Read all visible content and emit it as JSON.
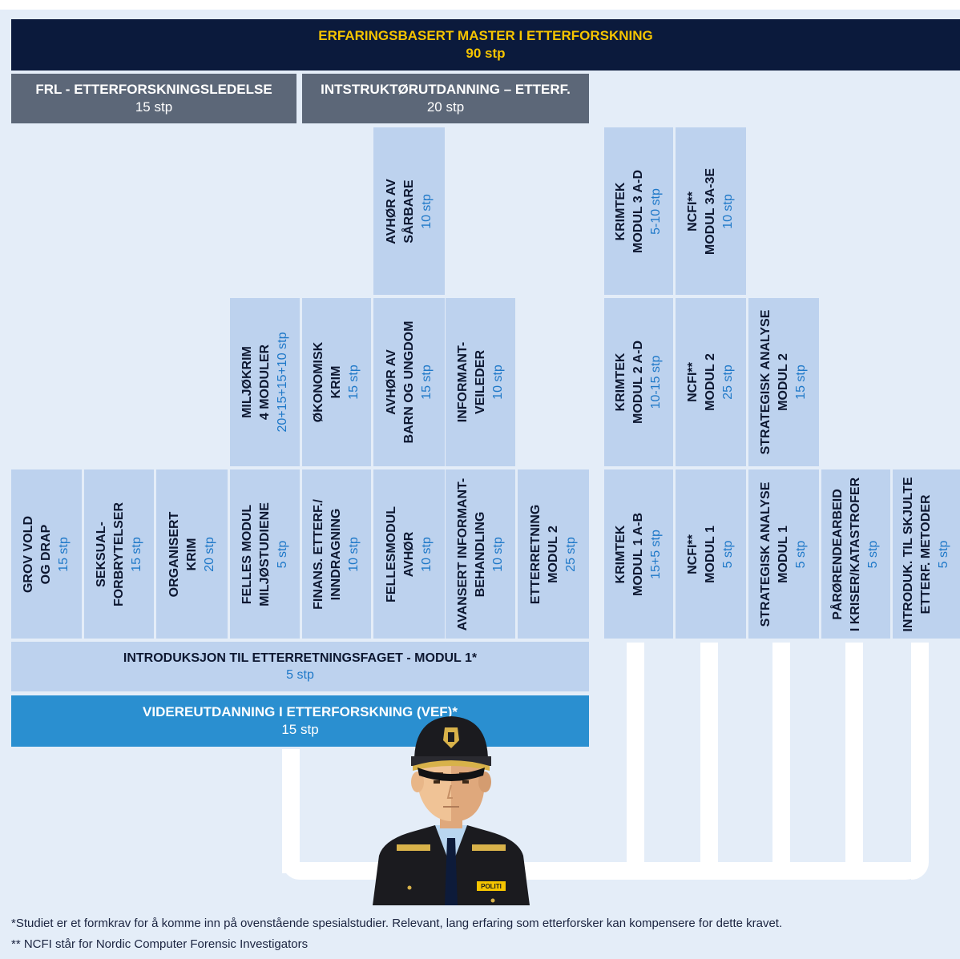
{
  "header": {
    "title": "ERFARINGSBASERT MASTER I ETTERFORSKNING",
    "credits": "90 stp"
  },
  "row_top": [
    {
      "title": "FRL - ETTERFORSKNINGSLEDELSE",
      "credits": "15 stp"
    },
    {
      "title": "INTSTRUKTØRUTDANNING – ETTERF.",
      "credits": "20 stp"
    }
  ],
  "level3": [
    {
      "lines": [
        "AVHØR AV",
        "SÅRBARE"
      ],
      "credits": "10 stp"
    },
    {
      "lines": [
        "KRIMTEK",
        "MODUL 3 A-D"
      ],
      "credits": "5-10 stp"
    },
    {
      "lines": [
        "NCFI**",
        "MODUL 3A-3E"
      ],
      "credits": "10 stp"
    }
  ],
  "level2": [
    {
      "lines": [
        "MILJØKRIM",
        "4 MODULER"
      ],
      "credits": "20+15+15+10 stp"
    },
    {
      "lines": [
        "ØKONOMISK",
        "KRIM"
      ],
      "credits": "15 stp"
    },
    {
      "lines": [
        "AVHØR AV",
        "BARN OG UNGDOM"
      ],
      "credits": "15 stp"
    },
    {
      "lines": [
        "INFORMANT-",
        "VEILEDER"
      ],
      "credits": "10 stp"
    },
    {
      "lines": [
        "KRIMTEK",
        "MODUL 2 A-D"
      ],
      "credits": "10-15 stp"
    },
    {
      "lines": [
        "NCFI**",
        "MODUL 2"
      ],
      "credits": "25 stp"
    },
    {
      "lines": [
        "STRATEGISK ANALYSE",
        "MODUL 2"
      ],
      "credits": "15 stp"
    }
  ],
  "level1": [
    {
      "lines": [
        "GROV VOLD",
        "OG DRAP"
      ],
      "credits": "15 stp"
    },
    {
      "lines": [
        "SEKSUAL-",
        "FORBRYTELSER"
      ],
      "credits": "15 stp"
    },
    {
      "lines": [
        "ORGANISERT",
        "KRIM"
      ],
      "credits": "20 stp"
    },
    {
      "lines": [
        "FELLES MODUL",
        "MILJØSTUDIENE"
      ],
      "credits": "5 stp"
    },
    {
      "lines": [
        "FINANS. ETTERF./",
        "INNDRAGNING"
      ],
      "credits": "10 stp"
    },
    {
      "lines": [
        "FELLESMODUL",
        "AVHØR"
      ],
      "credits": "10 stp"
    },
    {
      "lines": [
        "AVANSERT INFORMANT-",
        "BEHANDLING"
      ],
      "credits": "10 stp"
    },
    {
      "lines": [
        "ETTERRETNING",
        "MODUL 2"
      ],
      "credits": "25 stp"
    },
    {
      "lines": [
        "KRIMTEK",
        "MODUL 1 A-B"
      ],
      "credits": "15+5 stp"
    },
    {
      "lines": [
        "NCFI**",
        "MODUL 1"
      ],
      "credits": "5 stp"
    },
    {
      "lines": [
        "STRATEGISK ANALYSE",
        "MODUL 1"
      ],
      "credits": "5 stp"
    },
    {
      "lines": [
        "PÅRØRENDEARBEID",
        "I KRISER/KATASTROFER"
      ],
      "credits": "5 stp"
    },
    {
      "lines": [
        "INTRODUK. TIL SKJULTE",
        "ETTERF. METODER"
      ],
      "credits": "5 stp"
    }
  ],
  "intro": {
    "title": "INTRODUKSJON TIL ETTERRETNINGSFAGET - MODUL 1*",
    "credits": "5 stp"
  },
  "vef": {
    "title": "VIDEREUTDANNING I ETTERFORSKNING (VEF)*",
    "credits": "15 stp"
  },
  "officer": {
    "badge": "POLITI"
  },
  "footnotes": [
    "*Studiet er et formkrav for å komme inn på ovenstående spesialstudier. Relevant, lang erfaring som etterforsker kan kompensere for dette kravet.",
    "** NCFI står for Nordic Computer Forensic Investigators"
  ],
  "colors": {
    "navy": "#0b1a3c",
    "gold": "#f5c400",
    "gray": "#5c6778",
    "light_blue": "#bdd2ee",
    "blue": "#2a8fd0",
    "accent_text": "#1e78c8"
  }
}
